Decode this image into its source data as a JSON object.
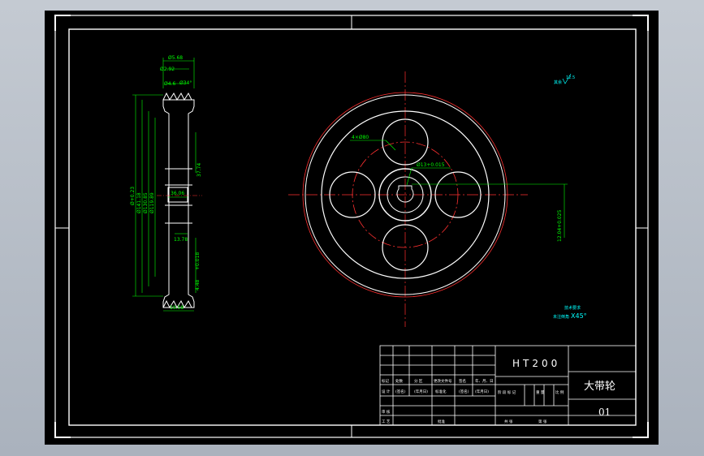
{
  "drawing": {
    "material": "HT200",
    "part_name": "大带轮",
    "drawing_number": "01"
  },
  "title_block": {
    "row_revision": [
      "标记",
      "处数",
      "分 区",
      "更改文件号",
      "签名",
      "年、月、日"
    ],
    "row_design": [
      "设 计",
      "(签名)",
      "(年月日)",
      "标准化",
      "(签名)",
      "(年月日)"
    ],
    "row_review": "审 核",
    "row_process": [
      "工 艺",
      "批准"
    ],
    "stage_labels": [
      "阶 段 标 记",
      "重 量",
      "比 例"
    ],
    "sheet_labels": [
      "共 张",
      "第 张"
    ]
  },
  "notes": {
    "roughness": "其余",
    "roughness_value": "12.5",
    "tech_title": "技术要求",
    "tech_line": "未注倒角",
    "tech_value": "X45°"
  },
  "dimensions": {
    "top_1": "Ø5.68",
    "top_2": "Ø2.92",
    "top_3": "Ø4.6",
    "top_angle": "Ø34°",
    "left_1": "Ø130.85",
    "left_2": "Ø141.18",
    "left_3": "Ø+0.23",
    "left_4": "Ø119.89",
    "inner_1": "37.74",
    "inner_2": "36.06",
    "inner_3": "13.78",
    "inner_4": "+0.018",
    "inner_5": "4.48",
    "bottom": "19.58",
    "bolt_holes": "4×Ø80",
    "bore": "Ø13+0.015",
    "keyway": "12.04+0.025"
  }
}
